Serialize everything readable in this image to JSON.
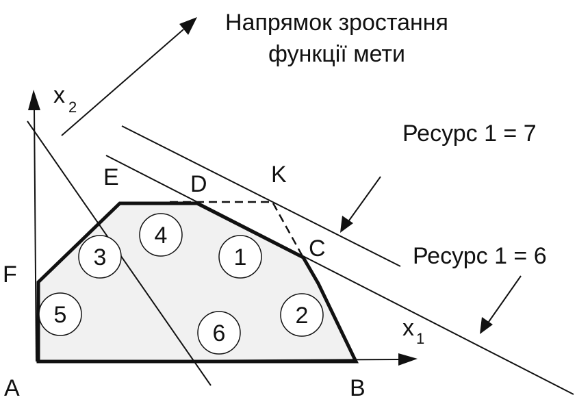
{
  "title": {
    "line1": "Напрямок зростання",
    "line2": "функції мети"
  },
  "axes": {
    "x_base": "x",
    "x_sub": "1",
    "y_base": "x",
    "y_sub": "2"
  },
  "vertices": {
    "A": "A",
    "B": "B",
    "C": "C",
    "D": "D",
    "E": "E",
    "F": "F",
    "K": "K"
  },
  "resources": {
    "resource7": "Ресурс 1 = 7",
    "resource6": "Ресурс 1 = 6"
  },
  "regions": [
    "1",
    "2",
    "3",
    "4",
    "5",
    "6"
  ],
  "colors": {
    "stroke": "#111111",
    "feasible_fill": "#f1f1f1",
    "circle_fill": "#ffffff"
  }
}
